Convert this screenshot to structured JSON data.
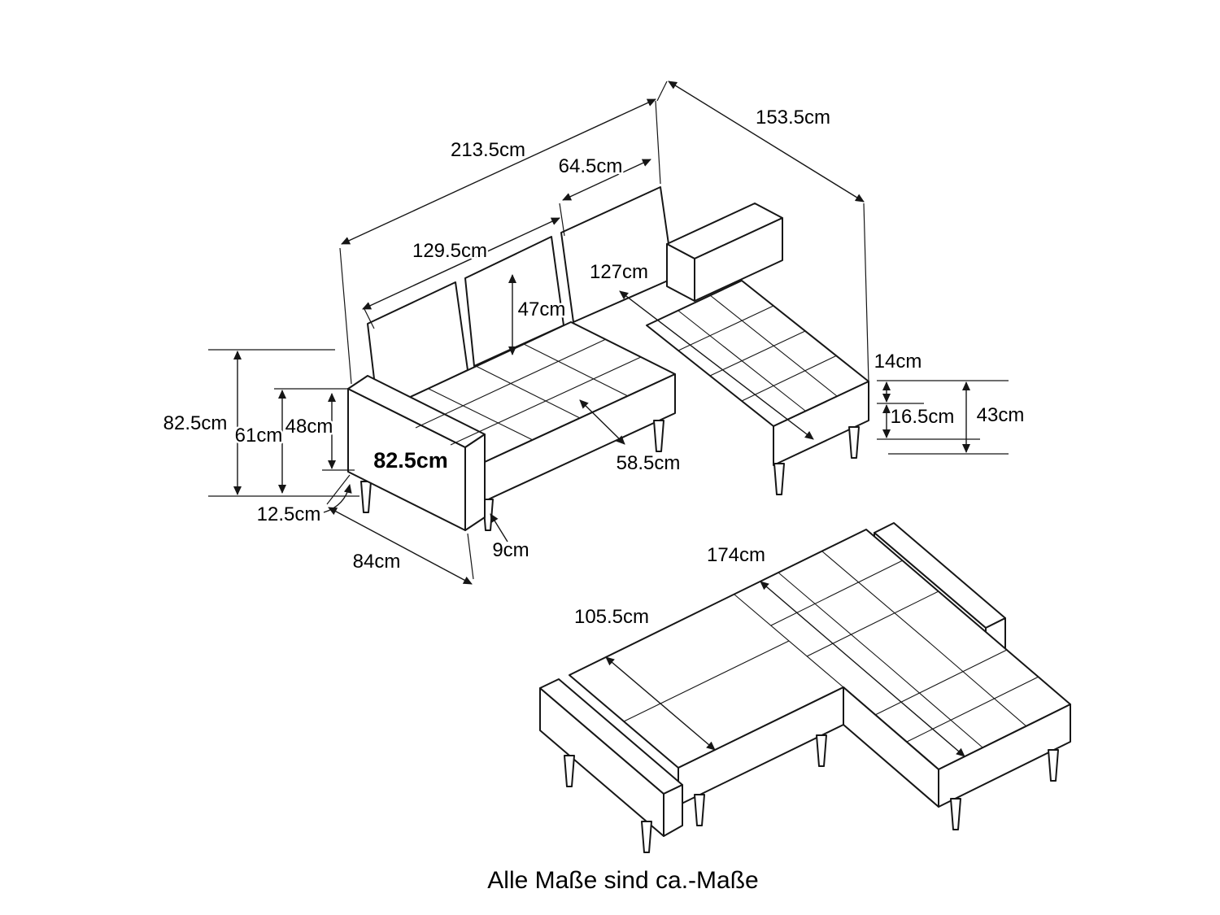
{
  "caption": "Alle Maße sind ca.-Maße",
  "sofa": {
    "labels": {
      "width_total": "213.5cm",
      "depth_total": "153.5cm",
      "chaise_width": "64.5cm",
      "sofa_width": "129.5cm",
      "chaise_length": "127cm",
      "backrest_height": "47cm",
      "height_total": "82.5cm",
      "back_height": "61cm",
      "arm_height": "48cm",
      "arm_depth": "82.5cm",
      "seat_depth": "58.5cm",
      "cushion_thickness": "14cm",
      "frame_height": "16.5cm",
      "seat_height": "43cm",
      "leg_height": "12.5cm",
      "side_depth": "84cm",
      "rail_height": "9cm"
    }
  },
  "bed": {
    "labels": {
      "bed_length": "174cm",
      "bed_width": "105.5cm"
    }
  }
}
